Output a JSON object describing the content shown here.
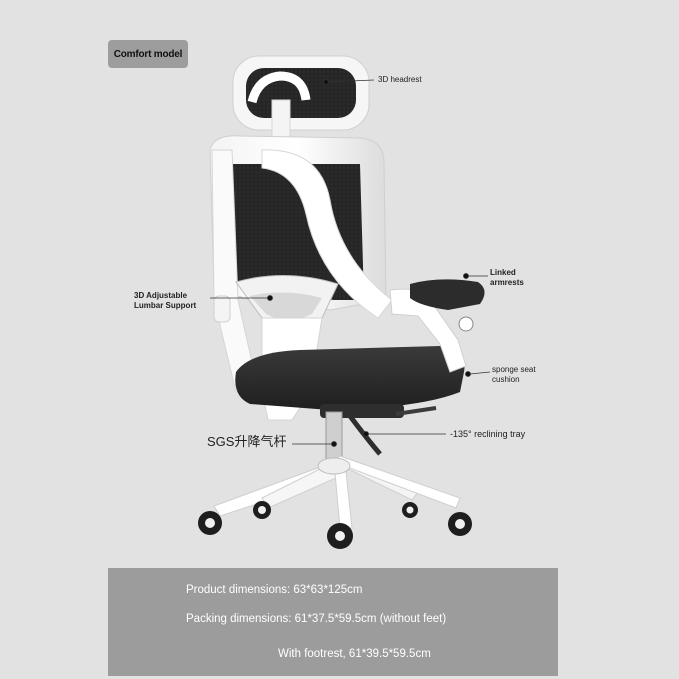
{
  "badge": "Comfort model",
  "callouts": {
    "headrest": "3D headrest",
    "lumbar_line1": "3D Adjustable",
    "lumbar_line2": "Lumbar Support",
    "armrests_line1": "Linked",
    "armrests_line2": "armrests",
    "cushion_line1": "sponge seat",
    "cushion_line2": "cushion",
    "recline": "-135° reclining tray",
    "gas_lift": "SGS升降气杆"
  },
  "specs": {
    "product": "Product dimensions: 63*63*125cm",
    "packing": "Packing dimensions: 61*37.5*59.5cm (without feet)",
    "footrest": "With footrest, 61*39.5*59.5cm"
  },
  "colors": {
    "background": "#e2e2e2",
    "frame": "#ffffff",
    "mesh": "#2a2a2a",
    "panel": "#9c9c9c"
  }
}
